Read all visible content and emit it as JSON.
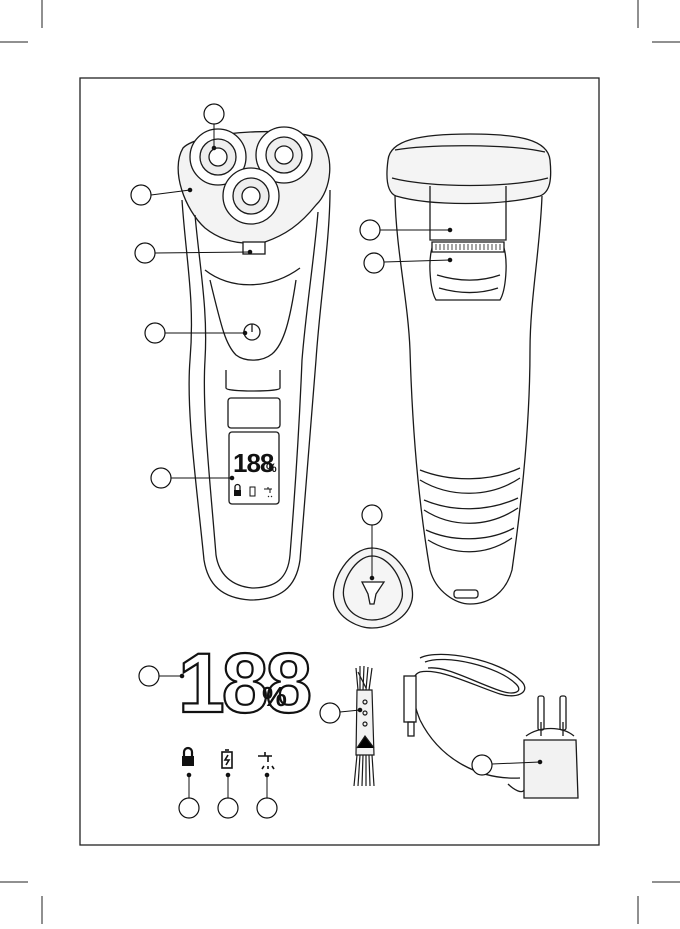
{
  "display": {
    "percent_digits": "188",
    "percent_sign": "%"
  },
  "callouts": [
    {
      "id": "c1",
      "number": ""
    },
    {
      "id": "c2",
      "number": ""
    },
    {
      "id": "c3",
      "number": ""
    },
    {
      "id": "c4",
      "number": ""
    },
    {
      "id": "c5",
      "number": ""
    },
    {
      "id": "c6",
      "number": ""
    },
    {
      "id": "c7",
      "number": ""
    },
    {
      "id": "c8",
      "number": ""
    },
    {
      "id": "c9",
      "number": ""
    },
    {
      "id": "c10",
      "number": ""
    },
    {
      "id": "c11",
      "number": ""
    },
    {
      "id": "c12",
      "number": ""
    },
    {
      "id": "c13",
      "number": ""
    },
    {
      "id": "c14",
      "number": ""
    }
  ],
  "icons": {
    "lock": "lock-icon",
    "battery": "battery-charging-icon",
    "tap": "water-tap-icon"
  },
  "colors": {
    "line": "#1a1a1a",
    "background": "#ffffff"
  }
}
